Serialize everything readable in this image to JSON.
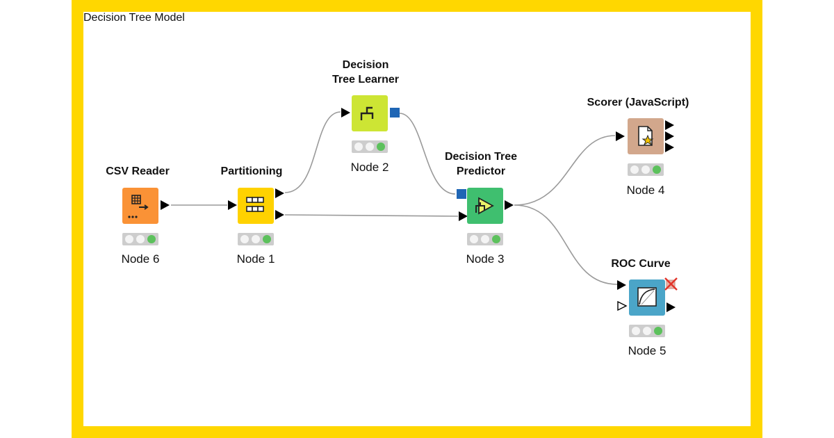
{
  "workflow": {
    "annotation_title": "Decision Tree Model",
    "colors": {
      "frame": "#ffd700",
      "reader": "#fa9236",
      "partitioning": "#ffd200",
      "learner": "#cde534",
      "predictor": "#3fbf6f",
      "scorer": "#d2a78c",
      "roc": "#4ba5c8",
      "model_port": "#1f66b5",
      "ok_status": "#5cc15c"
    },
    "nodes": [
      {
        "id": "csv-reader",
        "title": "CSV Reader",
        "label": "Node 6",
        "icon": "table-arrow-icon"
      },
      {
        "id": "partitioning",
        "title": "Partitioning",
        "label": "Node 1",
        "icon": "partition-grid-icon"
      },
      {
        "id": "learner",
        "title": "Decision\nTree Learner",
        "label": "Node 2",
        "icon": "tree-branch-icon"
      },
      {
        "id": "predictor",
        "title": "Decision Tree\nPredictor",
        "label": "Node 3",
        "icon": "predictor-arrow-icon"
      },
      {
        "id": "scorer",
        "title": "Scorer (JavaScript)",
        "label": "Node 4",
        "icon": "document-star-icon"
      },
      {
        "id": "roc",
        "title": "ROC Curve",
        "label": "Node 5",
        "icon": "roc-curve-icon"
      }
    ]
  }
}
